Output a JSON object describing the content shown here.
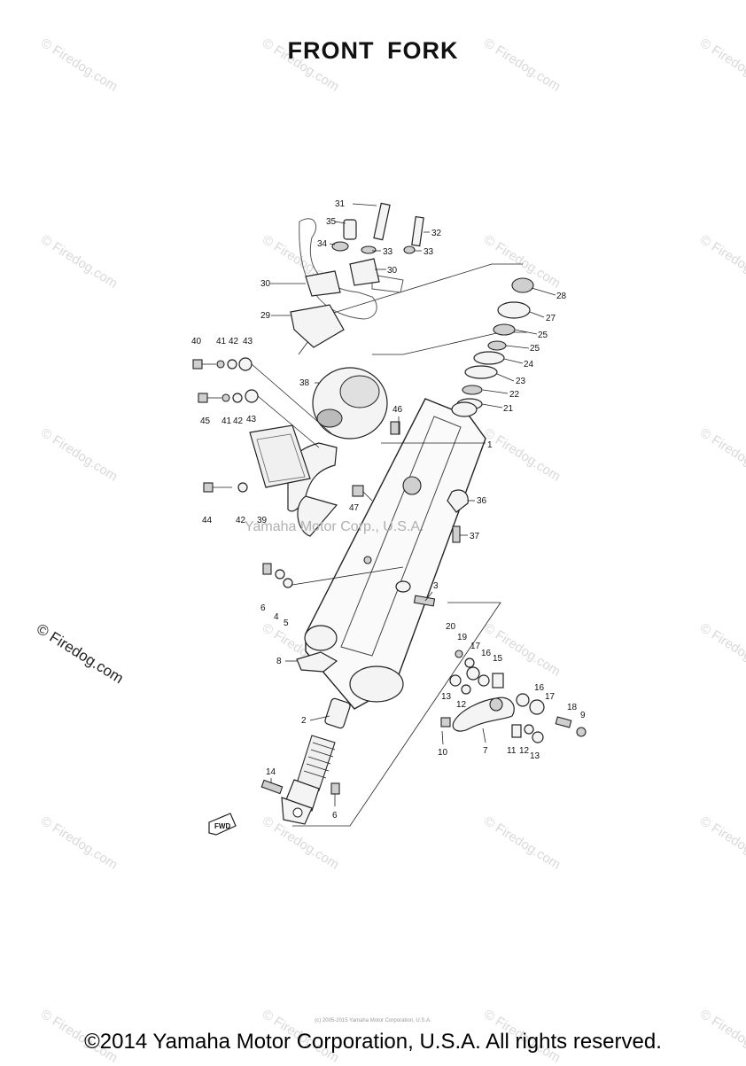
{
  "title": "FRONT FORK",
  "watermark_text": "© Firedog.com",
  "side_watermark": "© Firedog.com",
  "center_watermark": "Yamaha Motor Corp., U.S.A.",
  "tiny_credit": "(c) 2005-2015 Yamaha Motor Corporation, U.S.A.",
  "copyright": "©2014 Yamaha Motor Corporation, U.S.A. All rights reserved.",
  "fwd_label": "FWD",
  "callouts": [
    "31",
    "35",
    "32",
    "34",
    "33",
    "33",
    "30",
    "30",
    "29",
    "28",
    "27",
    "25",
    "25",
    "24",
    "23",
    "22",
    "21",
    "40",
    "41",
    "42",
    "43",
    "38",
    "46",
    "1",
    "45",
    "41",
    "42",
    "43",
    "36",
    "44",
    "42",
    "39",
    "47",
    "37",
    "6",
    "4",
    "5",
    "3",
    "8",
    "20",
    "19",
    "17",
    "16",
    "15",
    "13",
    "12",
    "16",
    "17",
    "18",
    "9",
    "2",
    "10",
    "7",
    "11",
    "12",
    "13",
    "14",
    "6"
  ]
}
